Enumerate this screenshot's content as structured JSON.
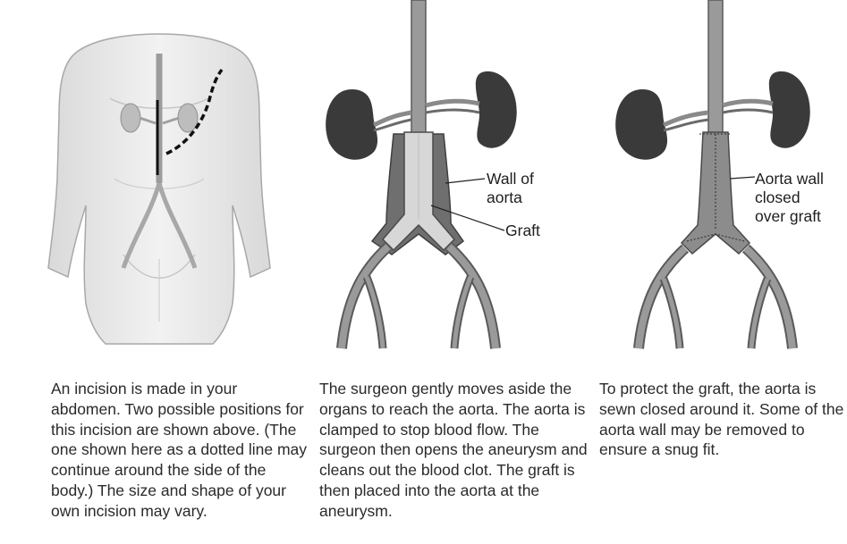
{
  "panels": [
    {
      "caption": "An incision is made in your abdomen. Two possible positions for this incision are shown above. (The one shown here as a dotted line may continue around the side of the body.) The size and shape of your own incision may vary."
    },
    {
      "labels": {
        "wall": "Wall of\naorta",
        "graft": "Graft"
      },
      "caption": "The surgeon gently moves aside the organs to reach the aorta. The aorta is clamped to stop blood flow. The surgeon then opens the aneurysm and cleans out the blood clot. The graft is then placed into the aorta at the aneurysm."
    },
    {
      "labels": {
        "closed": "Aorta wall\nclosed\nover graft"
      },
      "caption": "To protect the graft, the aorta is sewn closed around it. Some of the aorta wall may be removed to ensure a snug fit."
    }
  ],
  "colors": {
    "body_fill": "#e9e9e9",
    "kidney": "#3a3a3a",
    "aorta": "#9a9a9a",
    "vessel_outline": "#5a5a5a",
    "graft": "#d7d7d7",
    "incision": "#111111"
  }
}
